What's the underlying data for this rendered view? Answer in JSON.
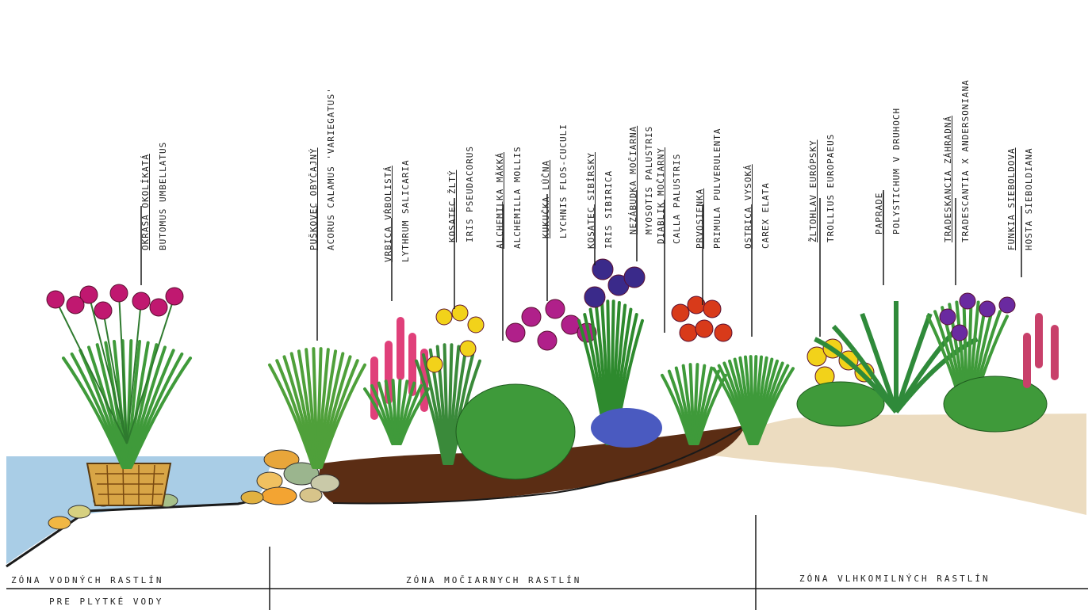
{
  "plants": [
    {
      "common": "Okrasa okolíkatá",
      "latin": "Butomus umbellatus"
    },
    {
      "common": "Puškovec obyčajný",
      "latin": "Acorus calamus 'Variegatus'"
    },
    {
      "common": "Vrbica vŕbolistá",
      "latin": "Lythrum salicaria"
    },
    {
      "common": "Kosatec žltý",
      "latin": "Iris pseudacorus"
    },
    {
      "common": "Alchemilka mäkká",
      "latin": "Alchemilla mollis"
    },
    {
      "common": "Kukučka lúčna",
      "latin": "Lychnis flos-cuculi"
    },
    {
      "common": "Kosatec sibírsky",
      "latin": "Iris sibirica"
    },
    {
      "common": "Nezábudka močiarna",
      "latin": "Myosotis palustris"
    },
    {
      "common": "Diablik močiarny",
      "latin": "Calla palustris"
    },
    {
      "common": "Prvosienka",
      "latin": "Primula pulverulenta"
    },
    {
      "common": "Ostrica vysoká",
      "latin": "Carex elata"
    },
    {
      "common": "Žltohlav európsky",
      "latin": "Trollius europaeus"
    },
    {
      "common": "Paprade",
      "latin": "Polystichum v druhoch"
    },
    {
      "common": "Tradeskancia záhradná",
      "latin": "Tradescantia x andersoniana"
    },
    {
      "common": "Funkia Sieboldova",
      "latin": "Hosta sieboldiana"
    }
  ],
  "zones": {
    "water": "Zóna vodných rastlín",
    "water_sub": "pre plytké vody",
    "marsh": "Zóna močiarnych rastlín",
    "moist": "Zóna vlhkomilných rastlín"
  },
  "colors": {
    "water": "#a9cde6",
    "marsh_soil": "#5b2d14",
    "moist_soil": "#ecdcc0",
    "foliage": "#3f9a3a",
    "magenta": "#c01870",
    "yellow": "#f2d21a",
    "violet": "#3a2a8a",
    "red": "#d83a1a"
  }
}
